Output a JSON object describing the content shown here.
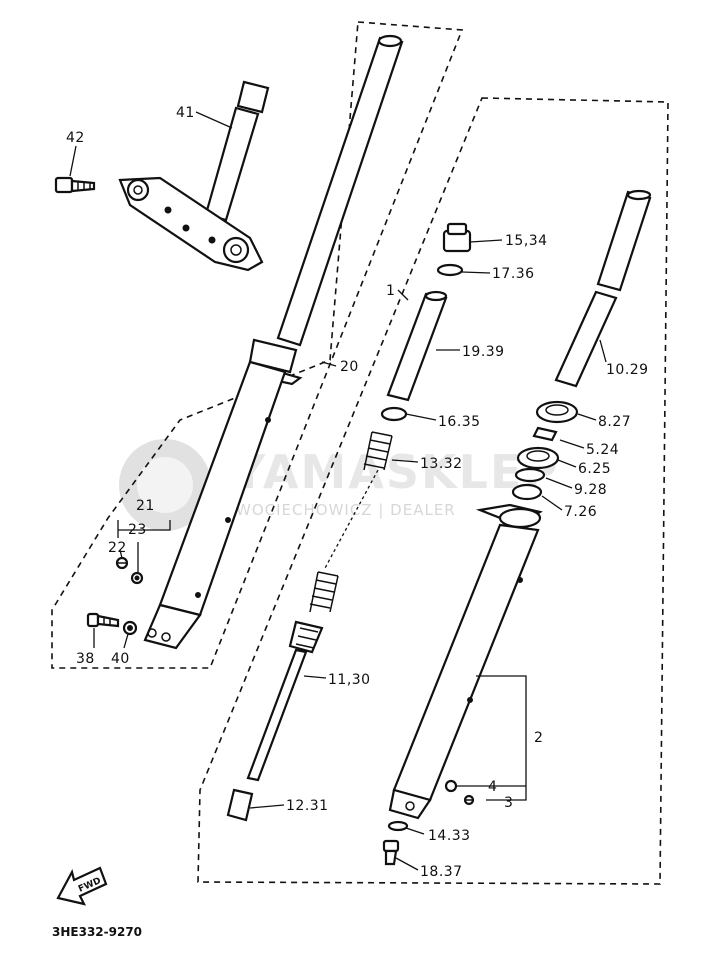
{
  "watermark": {
    "brand": "YAMASKLEP",
    "subline": "WOCIECHOWICZ | DEALER"
  },
  "callouts": {
    "c41": "41",
    "c42": "42",
    "c20": "20",
    "c21": "21",
    "c23": "23",
    "c22": "22",
    "c38": "38",
    "c40": "40",
    "c1": "1",
    "c15_34": "15,34",
    "c17_36": "17.36",
    "c19_39": "19.39",
    "c16_35": "16.35",
    "c13_32": "13.32",
    "c11_30": "11,30",
    "c12_31": "12.31",
    "c10_29": "10.29",
    "c8_27": "8.27",
    "c5_24": "5.24",
    "c6_25": "6.25",
    "c9_28": "9.28",
    "c7_26": "7.26",
    "c2": "2",
    "c4": "4",
    "c3": "3",
    "c14_33": "14.33",
    "c18_37": "18.37"
  },
  "arrow": {
    "label": "FWD"
  },
  "diagram_code": "3HE332-9270"
}
